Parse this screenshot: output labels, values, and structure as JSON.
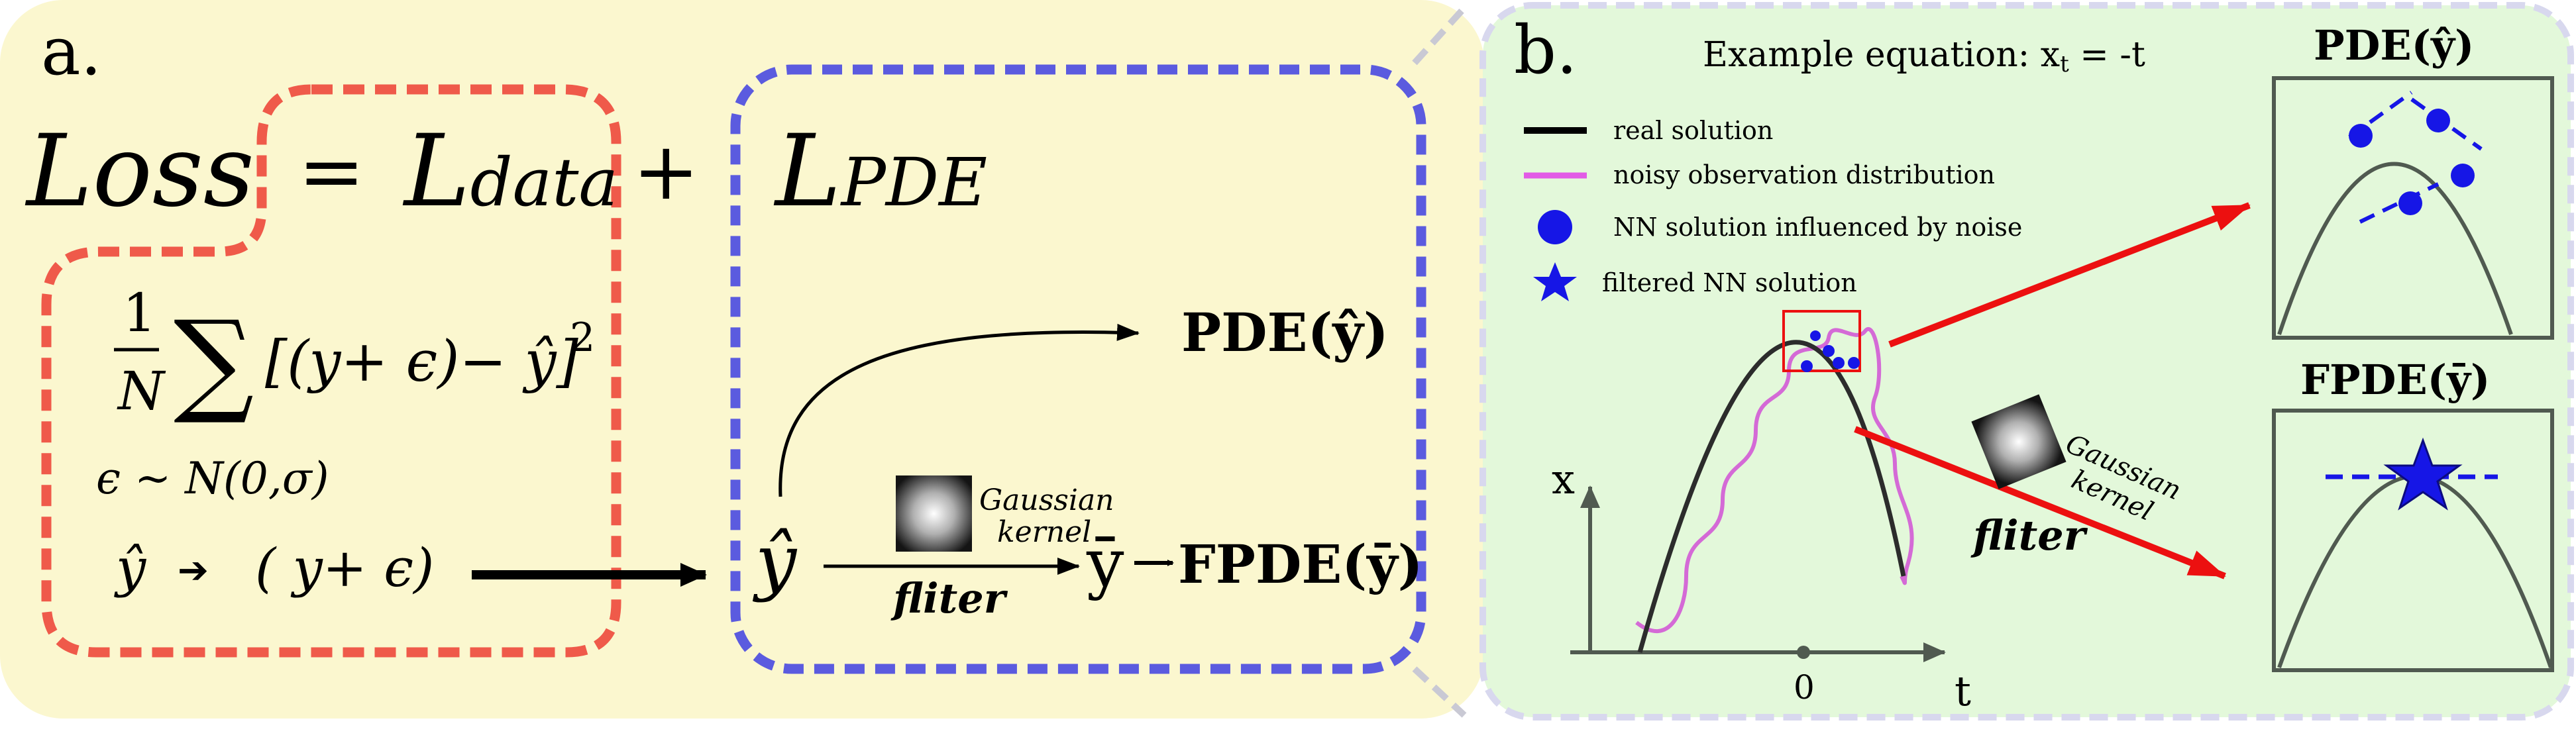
{
  "panel_a": {
    "label": "a.",
    "loss": "Loss",
    "equals": "=",
    "l_data_base": "L",
    "l_data_sub": "data",
    "plus": "+",
    "l_pde_base": "L",
    "l_pde_sub": "PDE",
    "frac_num": "1",
    "frac_den": "N",
    "sum_symbol": "∑",
    "sum_body": "[(y+ ϵ)− ŷ]",
    "sum_exp": "2",
    "noise_def": "ϵ ~ N(0,σ)",
    "yhat": "ŷ",
    "arrow_small": "➔",
    "y_plus_eps": "( y+ ϵ)",
    "pde_yhat": "PDE(ŷ)",
    "yhat_big": "ŷ",
    "gaussian_kernel_1": "Gaussian",
    "gaussian_kernel_2": "kernel",
    "fliter": "fliter",
    "ybar": "ȳ",
    "fpde_ybar": "FPDE(ȳ)"
  },
  "panel_b": {
    "label": "b.",
    "example_equation_prefix": "Example equation: x",
    "example_equation_sub": "t",
    "example_equation_suffix": " = -t",
    "legend": [
      {
        "label": "real solution",
        "marker": "black-line"
      },
      {
        "label": "noisy observation distribution",
        "marker": "magenta-line"
      },
      {
        "label": "NN solution influenced by noise",
        "marker": "blue-dot"
      },
      {
        "label": "filtered NN solution",
        "marker": "blue-star"
      }
    ],
    "axis_x_label": "t",
    "axis_y_label": "x",
    "origin_label": "0",
    "gaussian_kernel_1": "Gaussian",
    "gaussian_kernel_2": "kernel",
    "fliter": "fliter",
    "pde_title": "PDE(ŷ)",
    "fpde_title": "FPDE(ȳ)"
  },
  "colors": {
    "panel_a_bg": "#fbf7cf",
    "panel_b_bg": "#e3f8da",
    "red_dash": "#ef5a4a",
    "blue_dash": "#5b5bdf",
    "curve": "#505a50",
    "magenta": "#d46ad6",
    "marker_blue": "#1616e6",
    "arrow_red": "#ec1010"
  }
}
